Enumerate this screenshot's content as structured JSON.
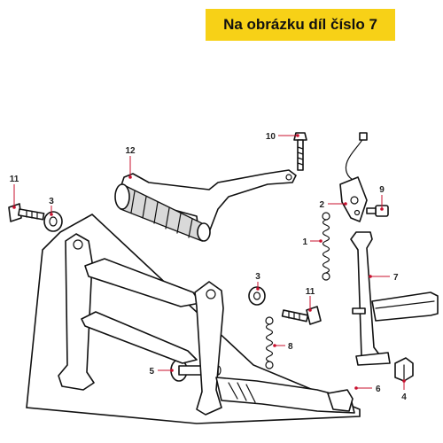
{
  "banner": {
    "text": "Na obrázku díl číslo 7",
    "color": "#f7d117"
  },
  "leader_color": "#c8102e",
  "callouts": [
    {
      "n": "1",
      "label": "1"
    },
    {
      "n": "2",
      "label": "2"
    },
    {
      "n": "3a",
      "label": "3"
    },
    {
      "n": "3b",
      "label": "3"
    },
    {
      "n": "4",
      "label": "4"
    },
    {
      "n": "5",
      "label": "5"
    },
    {
      "n": "6",
      "label": "6"
    },
    {
      "n": "7",
      "label": "7"
    },
    {
      "n": "8",
      "label": "8"
    },
    {
      "n": "9",
      "label": "9"
    },
    {
      "n": "10",
      "label": "10"
    },
    {
      "n": "11a",
      "label": "11"
    },
    {
      "n": "11b",
      "label": "11"
    },
    {
      "n": "12",
      "label": "12"
    }
  ]
}
